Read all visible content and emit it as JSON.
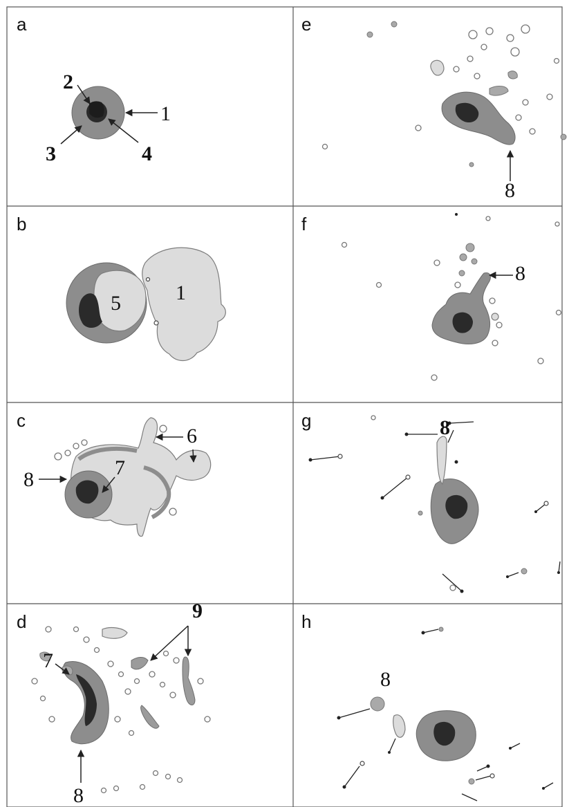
{
  "panels": [
    {
      "id": "a",
      "label": "a",
      "annotations": [
        "1",
        "2",
        "3",
        "4"
      ]
    },
    {
      "id": "b",
      "label": "b",
      "annotations": [
        "1",
        "5"
      ]
    },
    {
      "id": "c",
      "label": "c",
      "annotations": [
        "6",
        "7",
        "8"
      ]
    },
    {
      "id": "d",
      "label": "d",
      "annotations": [
        "7",
        "8",
        "9"
      ]
    },
    {
      "id": "e",
      "label": "e",
      "annotations": [
        "8"
      ]
    },
    {
      "id": "f",
      "label": "f",
      "annotations": [
        "8"
      ]
    },
    {
      "id": "g",
      "label": "g",
      "annotations": [
        "8"
      ]
    },
    {
      "id": "h",
      "label": "h",
      "annotations": [
        "8"
      ]
    }
  ]
}
